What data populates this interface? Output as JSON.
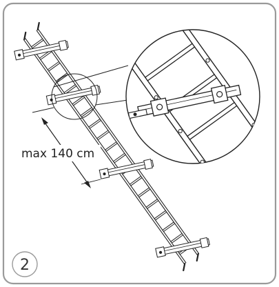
{
  "figure": {
    "step_number": "2",
    "dimension_label": "max 140 cm"
  },
  "colors": {
    "frame": "#9a9a9a",
    "ink": "#222222",
    "background": "#ffffff"
  },
  "icons": [
    "ladder-illustration",
    "magnifier-detail-circle",
    "dimension-arrow"
  ]
}
